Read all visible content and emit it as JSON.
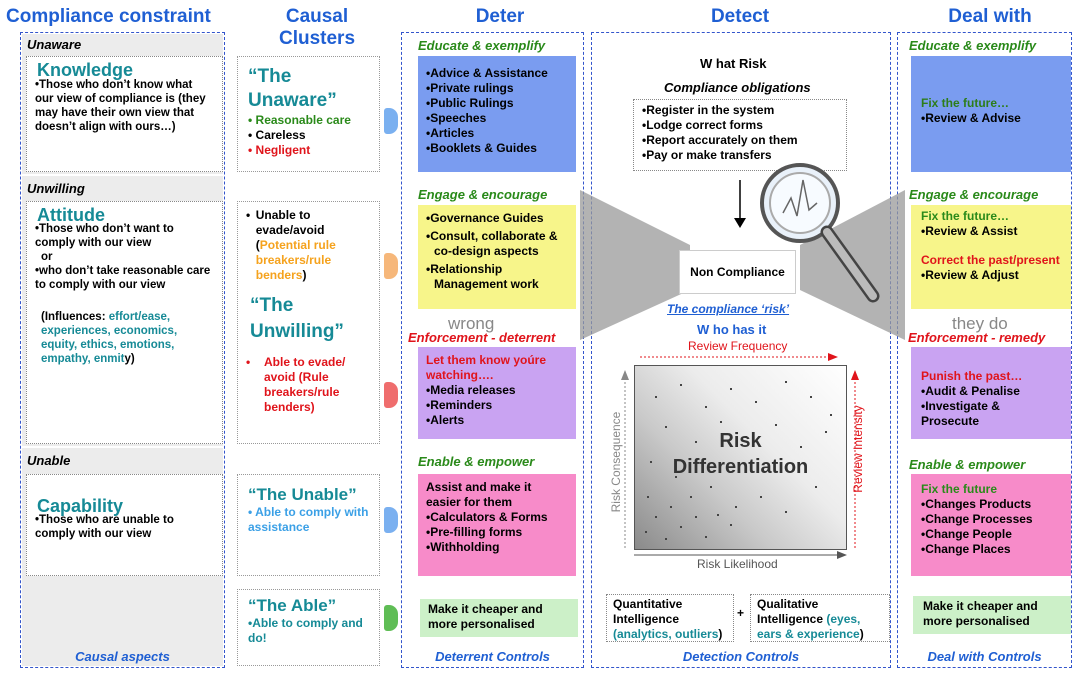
{
  "headers": {
    "compliance": "Compliance constraint",
    "causal": "Causal Clusters",
    "deter": "Deter",
    "detect": "Detect",
    "dealwith": "Deal with"
  },
  "col1": {
    "unaware_label": "Unaware",
    "knowledge_title": "Knowledge",
    "knowledge_text": "Those who don’t know what our view of compliance is (they may have their own view that doesn’t align with ours…)",
    "unwilling_label": "Unwilling",
    "attitude_title": "Attitude",
    "attitude_item1": "Those who don’t want to comply with our view",
    "attitude_or": "or",
    "attitude_item2": "who don’t take reasonable care to comply with our view",
    "influences_prefix": "(Influences: ",
    "influences_list": "effort/ease, experiences, economics, equity, ethics, emotions, empathy, enmit",
    "influences_suffix": "y)",
    "unable_label": "Unable",
    "capability_title": "Capability",
    "capability_text": "Those who are unable to comply with our view",
    "footer": "Causal aspects"
  },
  "col2": {
    "unaware_title": "“The Unaware”",
    "unaware_items": [
      "Reasonable care",
      "Careless",
      "Negligent"
    ],
    "unable_evade_a": "Unable to evade/avoid",
    "unable_evade_b_open": "(",
    "unable_evade_b_orange": "Potential rule breakers/rule benders",
    "unable_evade_b_close": ")",
    "unwilling_title": "“The Unwilling”",
    "able_evade": "Able to evade/ avoid (Rule breakers/rule benders)",
    "unable_title": "“The Unable”",
    "unable_sub": "Able to comply with assistance",
    "able_title": "“The Able”",
    "able_sub": "•Able to comply and do!"
  },
  "col3": {
    "educate_label": "Educate & exemplify",
    "educate_items": [
      "Advice & Assistance",
      "Private rulings",
      "Public Rulings",
      "Speeches",
      "Articles",
      "Booklets & Guides"
    ],
    "engage_label": "Engage & encourage",
    "engage_items": [
      "Governance Guides",
      "Consult, collaborate & co-design aspects",
      "Relationship Management work"
    ],
    "enforce_label": "Enforcement  - deterrent",
    "enforce_red": "Let them know yoúre watching….",
    "enforce_items": [
      "Media releases",
      "Reminders",
      "Alerts"
    ],
    "enable_label": "Enable & empower",
    "enable_intro": "Assist and make it easier for them",
    "enable_items": [
      "Calculators & Forms",
      "Pre-filling forms",
      "Withholding"
    ],
    "cheaper": "Make it cheaper and more personalised",
    "footer": "Deterrent Controls",
    "ghost": "wrong"
  },
  "col4": {
    "what_risk": "W hat Risk",
    "obligations": "Compliance obligations",
    "oblig_items": [
      "Register in the system",
      "Lodge correct forms",
      "Report accurately on them",
      "Pay or make transfers"
    ],
    "non_compliance": "Non Compliance",
    "compliance_risk": "The compliance ‘risk’",
    "who_has": "W ho has it",
    "review_freq": "Review Frequency",
    "risk_consequence": "Risk Consequence",
    "review_intensity": "Review Intensity",
    "risk_diff_1": "Risk",
    "risk_diff_2": "Differentiation",
    "risk_likelihood": "Risk Likelihood",
    "quant_a": "Quantitative Intelligence",
    "quant_b": "(analytics, outliers",
    "quant_c": ")",
    "plus": "+",
    "qual_a": "Qualitative Intelligence ",
    "qual_b": "(eyes, ears & experience",
    "qual_c": ")",
    "footer": "Detection Controls"
  },
  "col5": {
    "educate_label": "Educate & exemplify",
    "educate_green": "Fix the future…",
    "educate_item": "•Review & Advise",
    "engage_label": "Engage & encourage",
    "engage_green": "Fix the future…",
    "engage_item1": "•Review & Assist",
    "engage_red": "Correct the past/present",
    "engage_item2": "•Review & Adjust",
    "enforce_label": "Enforcement  - remedy",
    "enforce_red": "Punish the past…",
    "enforce_items": [
      "•Audit & Penalise",
      "•Investigate & Prosecute"
    ],
    "enable_label": "Enable & empower",
    "enable_green": "Fix the future",
    "enable_items": [
      "Changes Products",
      "Change Processes",
      "Change People",
      "Change Places"
    ],
    "cheaper": "Make it cheaper and more personalised",
    "footer": "Deal with Controls",
    "ghost": "they do"
  },
  "colors": {
    "blue_box": "#7a9cf0",
    "yellow_box": "#f7f58a",
    "purple_box": "#c9a3f2",
    "pink_box": "#f78bc9",
    "green_box": "#ccf0c8",
    "heading_blue": "#1f5fd3"
  }
}
